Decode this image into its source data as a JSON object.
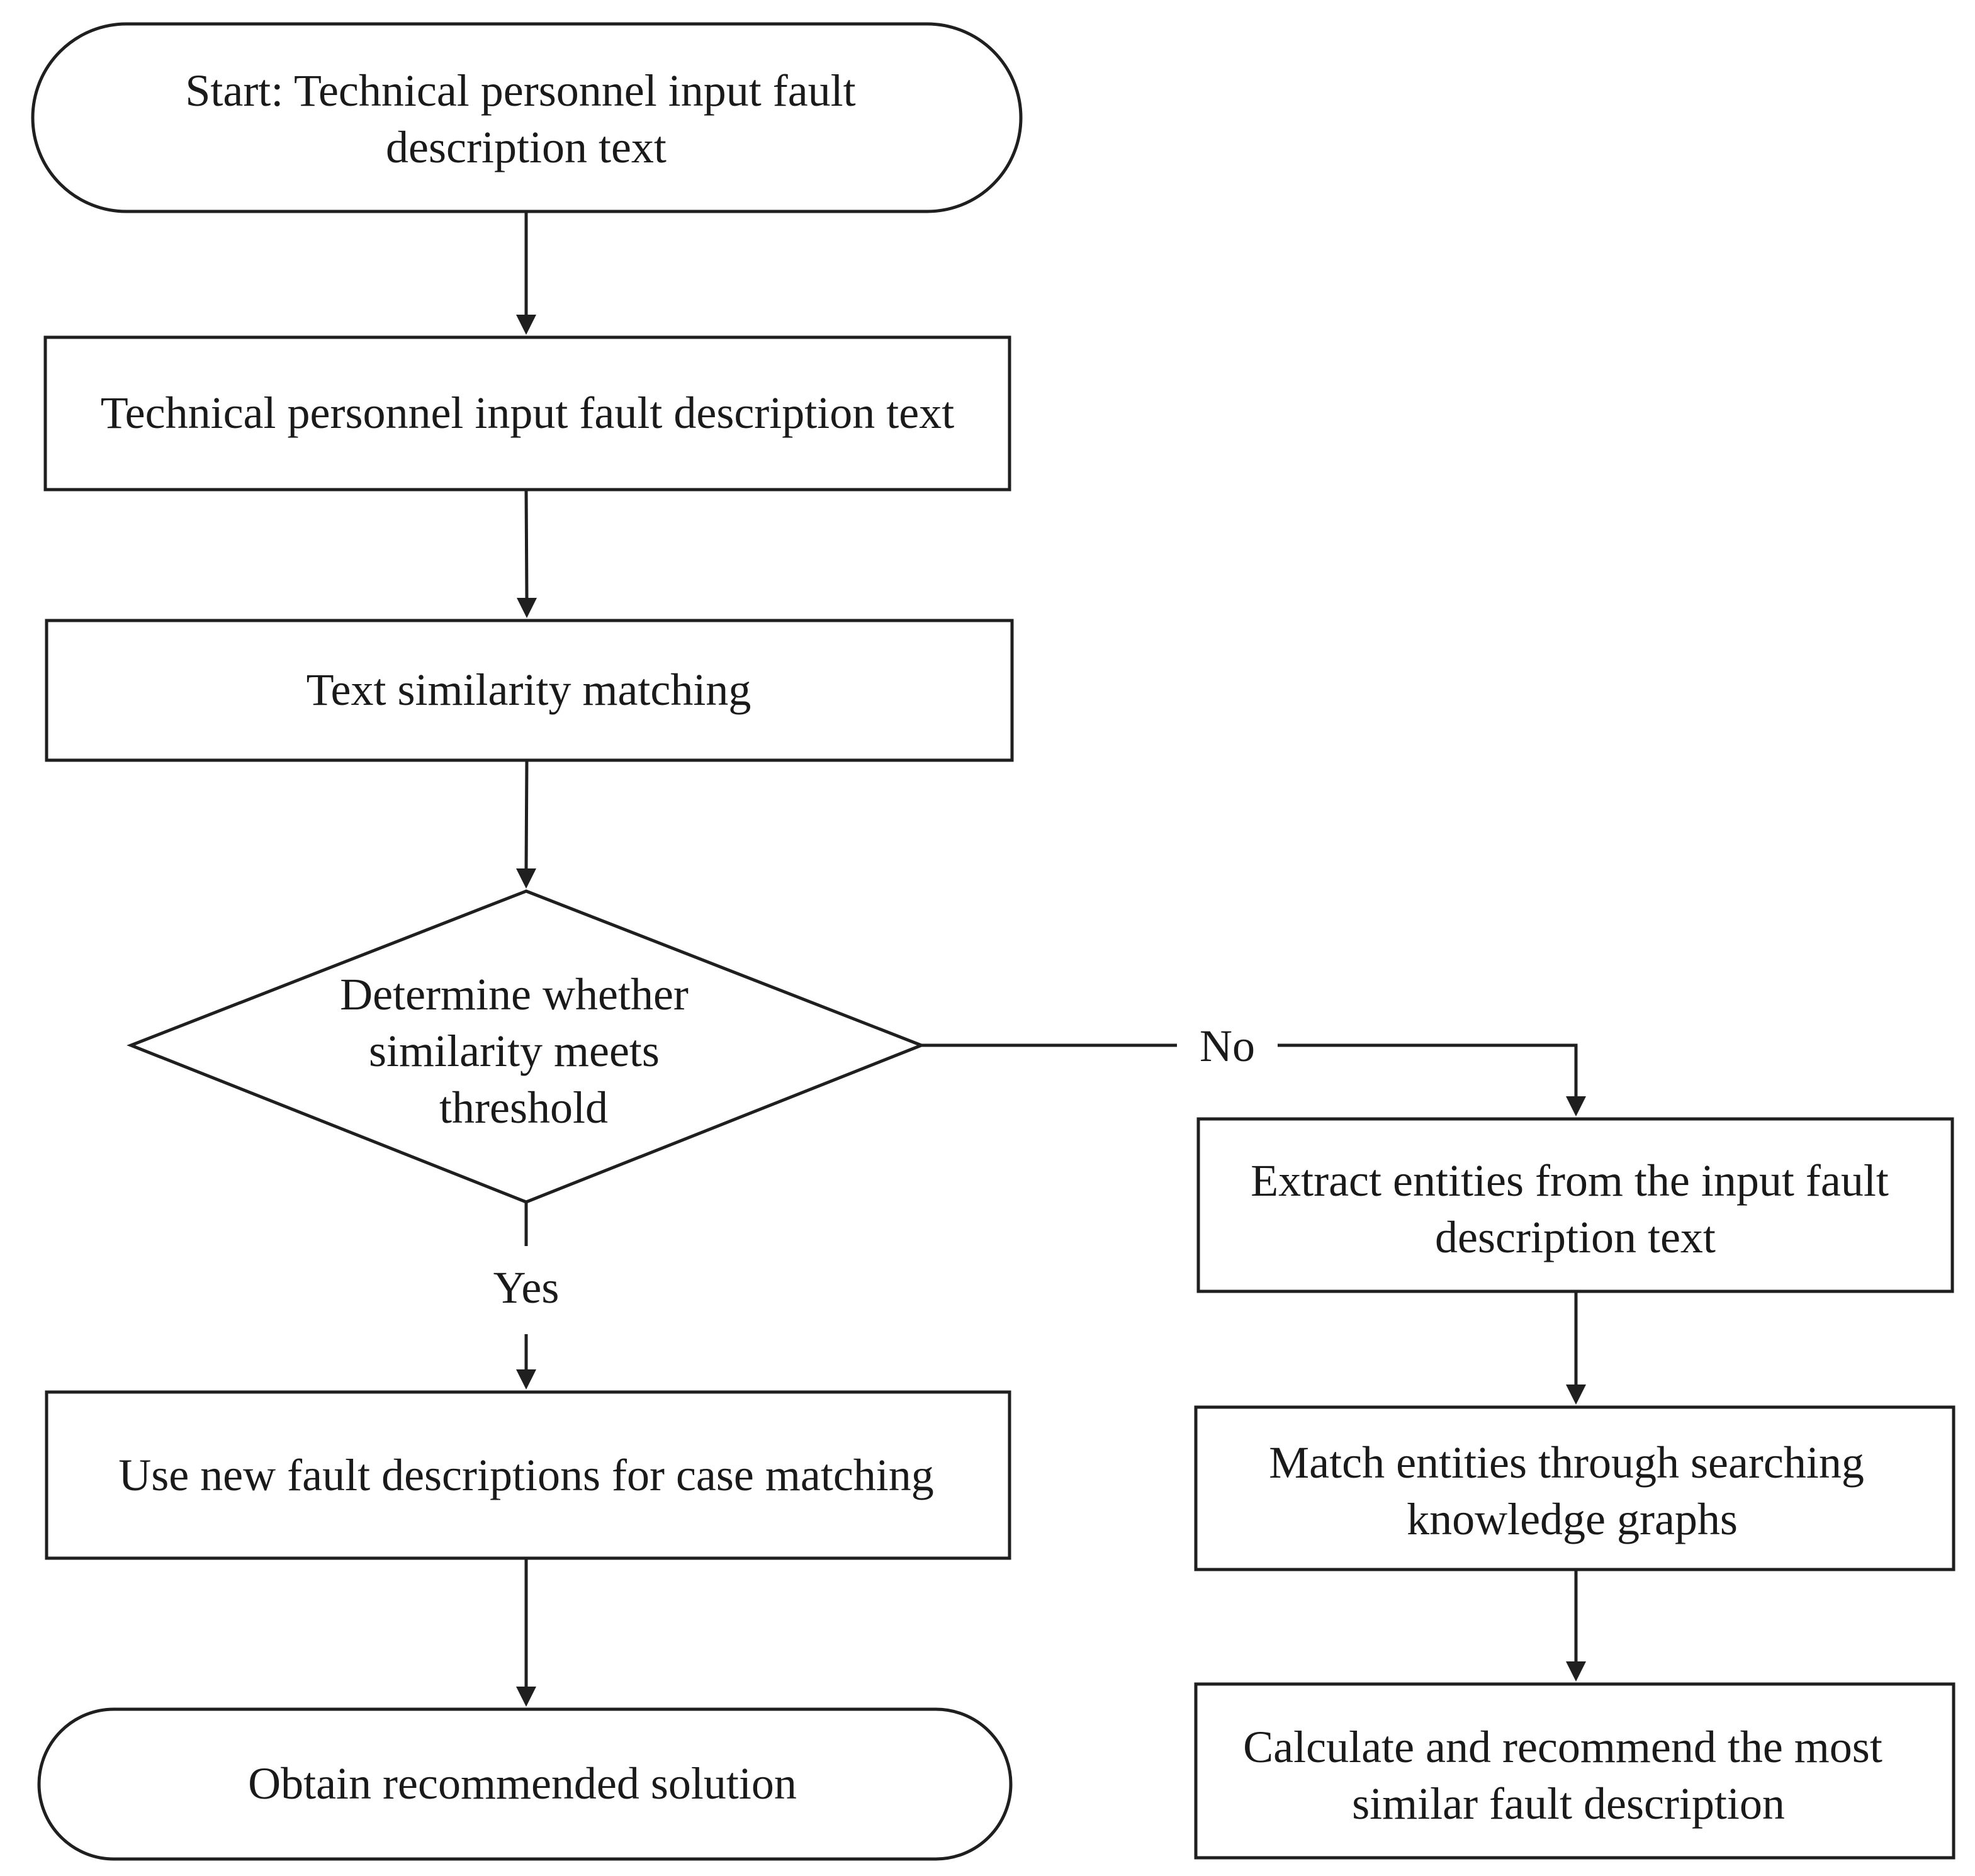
{
  "nodes": {
    "start": {
      "lines": [
        "Start: Technical personnel input fault",
        "description text"
      ]
    },
    "input": {
      "lines": [
        "Technical personnel input fault description text"
      ]
    },
    "similarity": {
      "lines": [
        "Text similarity matching"
      ]
    },
    "decision": {
      "lines": [
        "Determine whether",
        "similarity meets",
        "threshold"
      ]
    },
    "case_matching": {
      "lines": [
        "Use new fault descriptions for case matching"
      ]
    },
    "end": {
      "lines": [
        "Obtain recommended solution"
      ]
    },
    "extract": {
      "lines": [
        "Extract entities from the input fault",
        "description text"
      ]
    },
    "match_kg": {
      "lines": [
        "Match entities through searching",
        "knowledge graphs"
      ]
    },
    "recommend": {
      "lines": [
        "Calculate and recommend the most",
        "similar fault description"
      ]
    }
  },
  "edges": {
    "yes_label": "Yes",
    "no_label": "No"
  },
  "colors": {
    "stroke": "#1f1f1f",
    "text": "#1a1a1a",
    "background": "#ffffff"
  }
}
